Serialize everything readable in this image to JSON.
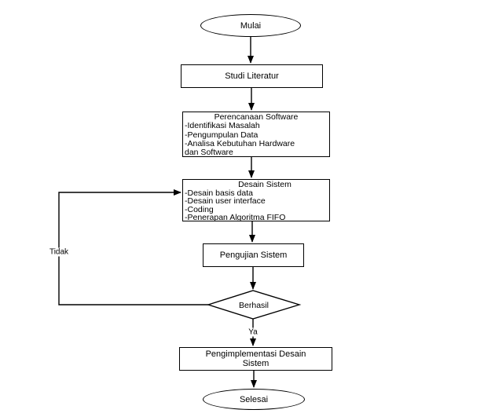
{
  "flowchart": {
    "nodes": {
      "start": {
        "label": "Mulai"
      },
      "studi_literatur": {
        "label": "Studi Literatur"
      },
      "perencanaan_software": {
        "title": "Perencanaan Software",
        "lines": [
          "-Identifikasi Masalah",
          "-Pengumpulan Data",
          "-Analisa Kebutuhan Hardware",
          "dan Software"
        ]
      },
      "desain_sistem": {
        "title": "Desain Sistem",
        "lines": [
          "-Desain basis data",
          "-Desain user interface",
          "-Coding",
          "-Penerapan Algoritma FIFO"
        ]
      },
      "pengujian_sistem": {
        "label": "Pengujian Sistem"
      },
      "decision": {
        "label": "Berhasil"
      },
      "pengimplementasi": {
        "lines": [
          "Pengimplementasi Desain",
          "Sistem"
        ]
      },
      "end": {
        "label": "Selesai"
      }
    },
    "edges": {
      "yes_label": "Ya",
      "no_label": "Tidak"
    },
    "colors": {
      "stroke": "#000000",
      "fill": "#ffffff",
      "text": "#000000"
    }
  }
}
